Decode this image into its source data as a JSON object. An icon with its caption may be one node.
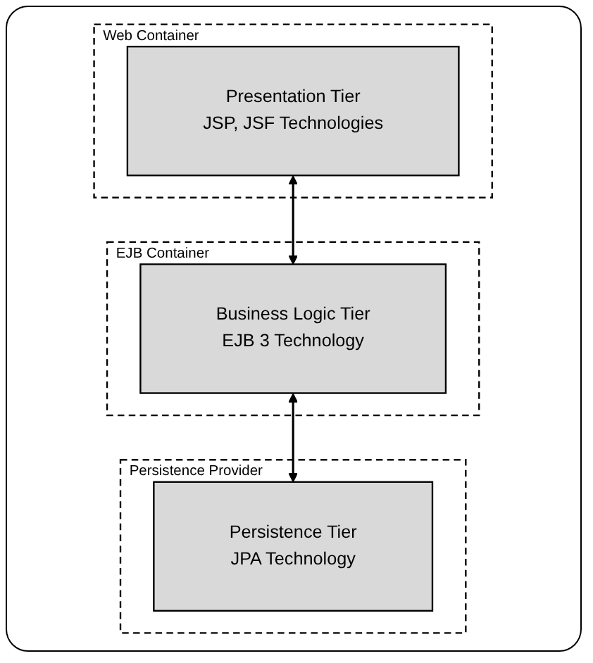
{
  "diagram": {
    "nodes": [
      {
        "text": [
          "Web Container"
        ]
      },
      {
        "text": [
          "Presentation Tier",
          "JSP, JSF Technologies"
        ],
        "in": 0
      },
      {
        "text": [
          "EJB Container"
        ]
      },
      {
        "text": [
          "Business Logic Tier",
          "EJB 3 Technology"
        ],
        "in": 2
      },
      {
        "text": [
          "Persistence Provider"
        ]
      },
      {
        "text": [
          "Persistence Tier",
          "JPA Technology"
        ],
        "in": 4
      }
    ],
    "edges": [
      {
        "from": 1,
        "to": 3,
        "arrow": "both"
      },
      {
        "from": 3,
        "to": 5,
        "arrow": "both"
      }
    ]
  }
}
